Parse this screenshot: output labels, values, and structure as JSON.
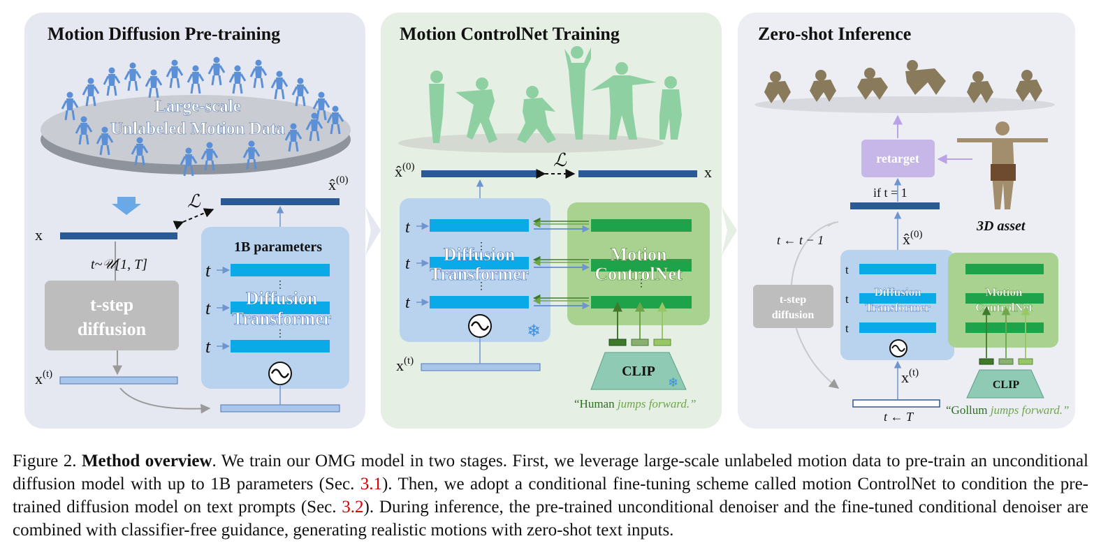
{
  "panels": {
    "pretrain": {
      "title": "Motion Diffusion Pre-training",
      "data_label_line1": "Large-scale",
      "data_label_line2": "Unlabeled Motion Data",
      "x": "x",
      "xhat": "x̂",
      "xhat_sup": "(0)",
      "loss": "ℒ",
      "t_sample": "t~𝒰[1, T]",
      "diff_box_line1": "t-step",
      "diff_box_line2": "diffusion",
      "xt": "x",
      "xt_sup": "(t)",
      "params": "1B parameters",
      "dt_line1": "Diffusion",
      "dt_line2": "Transformer",
      "t_labels": [
        "t",
        "t",
        "t"
      ]
    },
    "controlnet": {
      "title": "Motion ControlNet Training",
      "xhat": "x̂",
      "xhat_sup": "(0)",
      "loss": "ℒ",
      "x": "x",
      "dt_line1": "Diffusion",
      "dt_line2": "Transformer",
      "cn_line1": "Motion",
      "cn_line2": "ControlNet",
      "t_labels": [
        "t",
        "t",
        "t"
      ],
      "xt": "x",
      "xt_sup": "(t)",
      "clip": "CLIP",
      "prompt_a": "“Human",
      "prompt_b": " jumps forward.”"
    },
    "inference": {
      "title": "Zero-shot Inference",
      "retarget": "retarget",
      "asset": "3D asset",
      "if_t": "if t = 1",
      "xhat": "x̂",
      "xhat_sup": "(0)",
      "t_update": "t ← t − 1",
      "diff_box_line1": "t-step",
      "diff_box_line2": "diffusion",
      "dt_line1": "Diffusion",
      "dt_line2": "Transformer",
      "cn_line1": "Motion",
      "cn_line2": "ControlNet",
      "t_labels": [
        "t",
        "t",
        "t"
      ],
      "xt": "x",
      "xt_sup": "(t)",
      "t_init": "t ← T",
      "clip": "CLIP",
      "prompt_a": "“Gollum",
      "prompt_b": " jumps forward.”"
    }
  },
  "caption": {
    "fig_label": "Figure 2.",
    "heading": "Method overview",
    "part1": ". We train our OMG model in two stages. First, we leverage large-scale unlabeled motion data to pre-train an unconditional diffusion model with up to 1B parameters (Sec. ",
    "ref1": "3.1",
    "part2": "). Then, we adopt a conditional fine-tuning scheme called motion ControlNet to condition the pre-trained diffusion model on text prompts (Sec. ",
    "ref2": "3.2",
    "part3": "). During inference, the pre-trained unconditional denoiser and the fine-tuned conditional denoiser are combined with classifier-free guidance, generating realistic motions with zero-shot text inputs."
  },
  "colors": {
    "panel1_bg": "#e6e8f1",
    "panel2_bg": "#e5efe3",
    "panel3_bg": "#eceef4",
    "dark_bar": "#2a5a93",
    "light_bar": "#a9c6ea",
    "cyan_bar": "#0aa9e8",
    "green_bar": "#1fa34a",
    "dt_box": "#b9d3ef",
    "cn_box": "#a9d291",
    "clip_box": "#8ecab4",
    "retarget": "#c7b6e8",
    "gray_box": "#bdbdbd",
    "ref_red": "#d40000"
  }
}
